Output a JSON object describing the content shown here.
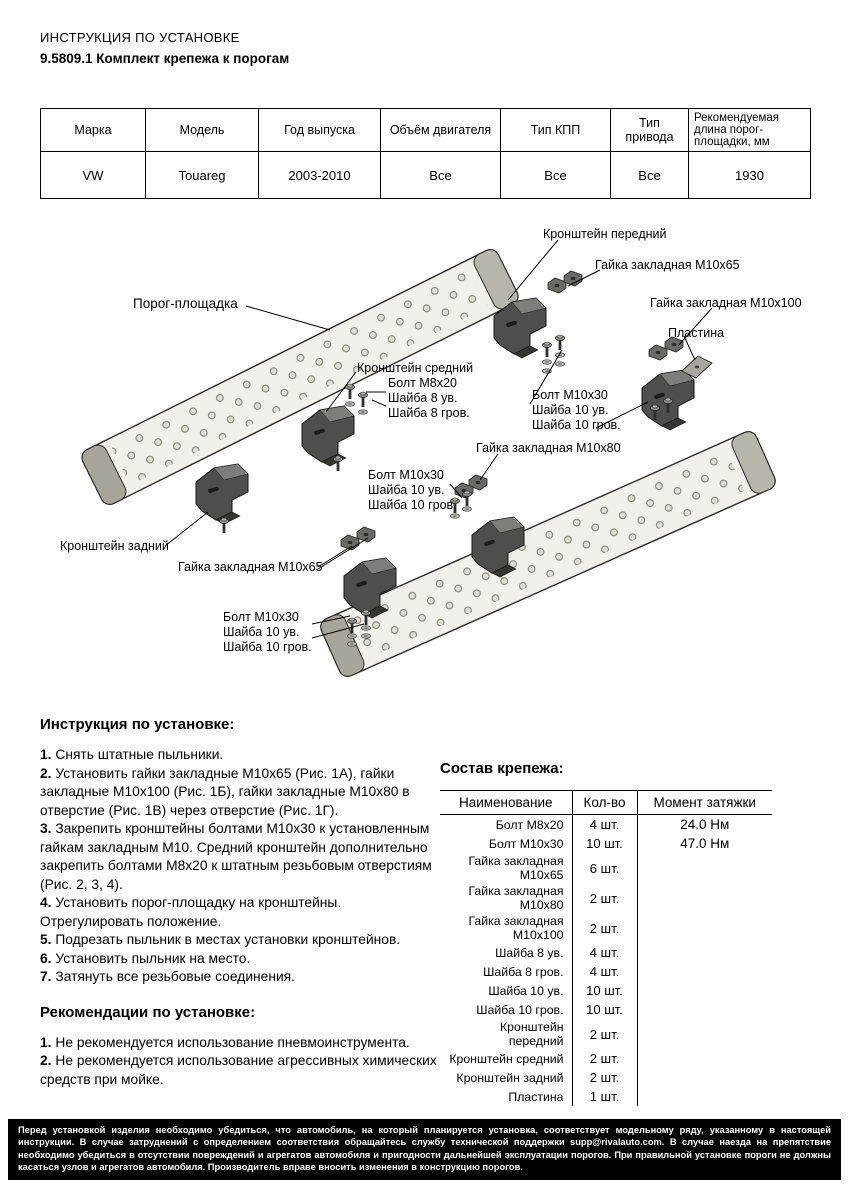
{
  "colors": {
    "footer_bg": "#000000",
    "ink": "#000000"
  },
  "doc": {
    "title_line1": "ИНСТРУКЦИЯ ПО УСТАНОВКЕ",
    "title_line2": "9.5809.1 Комплект крепежа к порогам"
  },
  "spec_table": {
    "columns": [
      "Марка",
      "Модель",
      "Год выпуска",
      "Объём двигателя",
      "Тип КПП",
      "Тип привода",
      "Рекомендуемая длина порог-площадки, мм"
    ],
    "row": [
      "VW",
      "Touareg",
      "2003-2010",
      "Все",
      "Все",
      "Все",
      "1930"
    ]
  },
  "diagram": {
    "labels": [
      "Кронштейн передний",
      "Гайка закладная М10х65",
      "Гайка закладная М10х100",
      "Пластина",
      "Порог-площадка",
      "Кронштейн средний",
      "Болт М8х20\nШайба 8 ув.\nШайба 8 гров.",
      "Болт М10х30\nШайба 10 ув.\nШайба 10 гров.",
      "Гайка закладная М10х80",
      "Болт М10х30\nШайба 10 ув.\nШайба 10 гров.",
      "Кронштейн задний",
      "Гайка закладная М10х65",
      "Болт М10х30\nШайба 10 ув.\nШайба 10 гров."
    ]
  },
  "instructions": {
    "title": "Инструкция по установке:",
    "steps": [
      {
        "num": "1.",
        "text": "Снять штатные пыльники."
      },
      {
        "num": "2.",
        "text": "Установить гайки закладные М10х65 (Рис. 1А), гайки закладные М10х100 (Рис. 1Б), гайки закладные М10х80 в отверстие (Рис. 1В) через отверстие (Рис. 1Г)."
      },
      {
        "num": "3.",
        "text": "Закрепить кронштейны болтами М10х30 к установленным гайкам закладным М10. Средний кронштейн дополнительно закрепить болтами М8х20 к штатным резьбовым отверстиям (Рис. 2, 3, 4)."
      },
      {
        "num": "4.",
        "text": "Установить порог-площадку на кронштейны. Отрегулировать положение."
      },
      {
        "num": "5.",
        "text": "Подрезать пыльник в местах установки кронштейнов."
      },
      {
        "num": "6.",
        "text": "Установить пыльник на место."
      },
      {
        "num": "7.",
        "text": "Затянуть все резьбовые соединения."
      }
    ]
  },
  "recommendations": {
    "title": "Рекомендации по установке:",
    "items": [
      {
        "num": "1.",
        "text": "Не рекомендуется использование пневмоинструмента."
      },
      {
        "num": "2.",
        "text": "Не рекомендуется использование агрессивных химических средств при мойке."
      }
    ]
  },
  "parts": {
    "title": "Состав крепежа:",
    "columns": [
      "Наименование",
      "Кол-во",
      "Момент затяжки"
    ],
    "rows": [
      {
        "name": "Болт М8х20",
        "qty": "4 шт.",
        "torque": "24.0 Нм"
      },
      {
        "name": "Болт М10х30",
        "qty": "10 шт.",
        "torque": "47.0 Нм"
      },
      {
        "name": "Гайка закладная М10х65",
        "qty": "6 шт."
      },
      {
        "name": "Гайка закладная М10х80",
        "qty": "2 шт."
      },
      {
        "name": "Гайка закладная М10х100",
        "qty": "2 шт."
      },
      {
        "name": "Шайба 8 ув.",
        "qty": "4 шт."
      },
      {
        "name": "Шайба 8 гров.",
        "qty": "4 шт."
      },
      {
        "name": "Шайба 10 ув.",
        "qty": "10 шт."
      },
      {
        "name": "Шайба 10 гров.",
        "qty": "10 шт."
      },
      {
        "name": "Кронштейн передний",
        "qty": "2 шт."
      },
      {
        "name": "Кронштейн средний",
        "qty": "2 шт."
      },
      {
        "name": "Кронштейн задний",
        "qty": "2 шт."
      },
      {
        "name": "Пластина",
        "qty": "1 шт."
      }
    ]
  },
  "footer": {
    "text": "Перед установкой изделия необходимо убедиться, что автомобиль, на который планируется установка, соответствует модельному ряду, указанному в настоящей инструкции. В случае затруднений с определением соответствия обращайтесь службу технической поддержки supp@rivalauto.com. В случае наезда на препятствие необходимо убедиться в отсутствии повреждений и агрегатов автомобиля и пригодности дальнейшей эксплуатации порогов. При правильной установке пороги не должны касаться узлов и агрегатов автомобиля. Производитель вправе вносить изменения в конструкцию порогов."
  }
}
